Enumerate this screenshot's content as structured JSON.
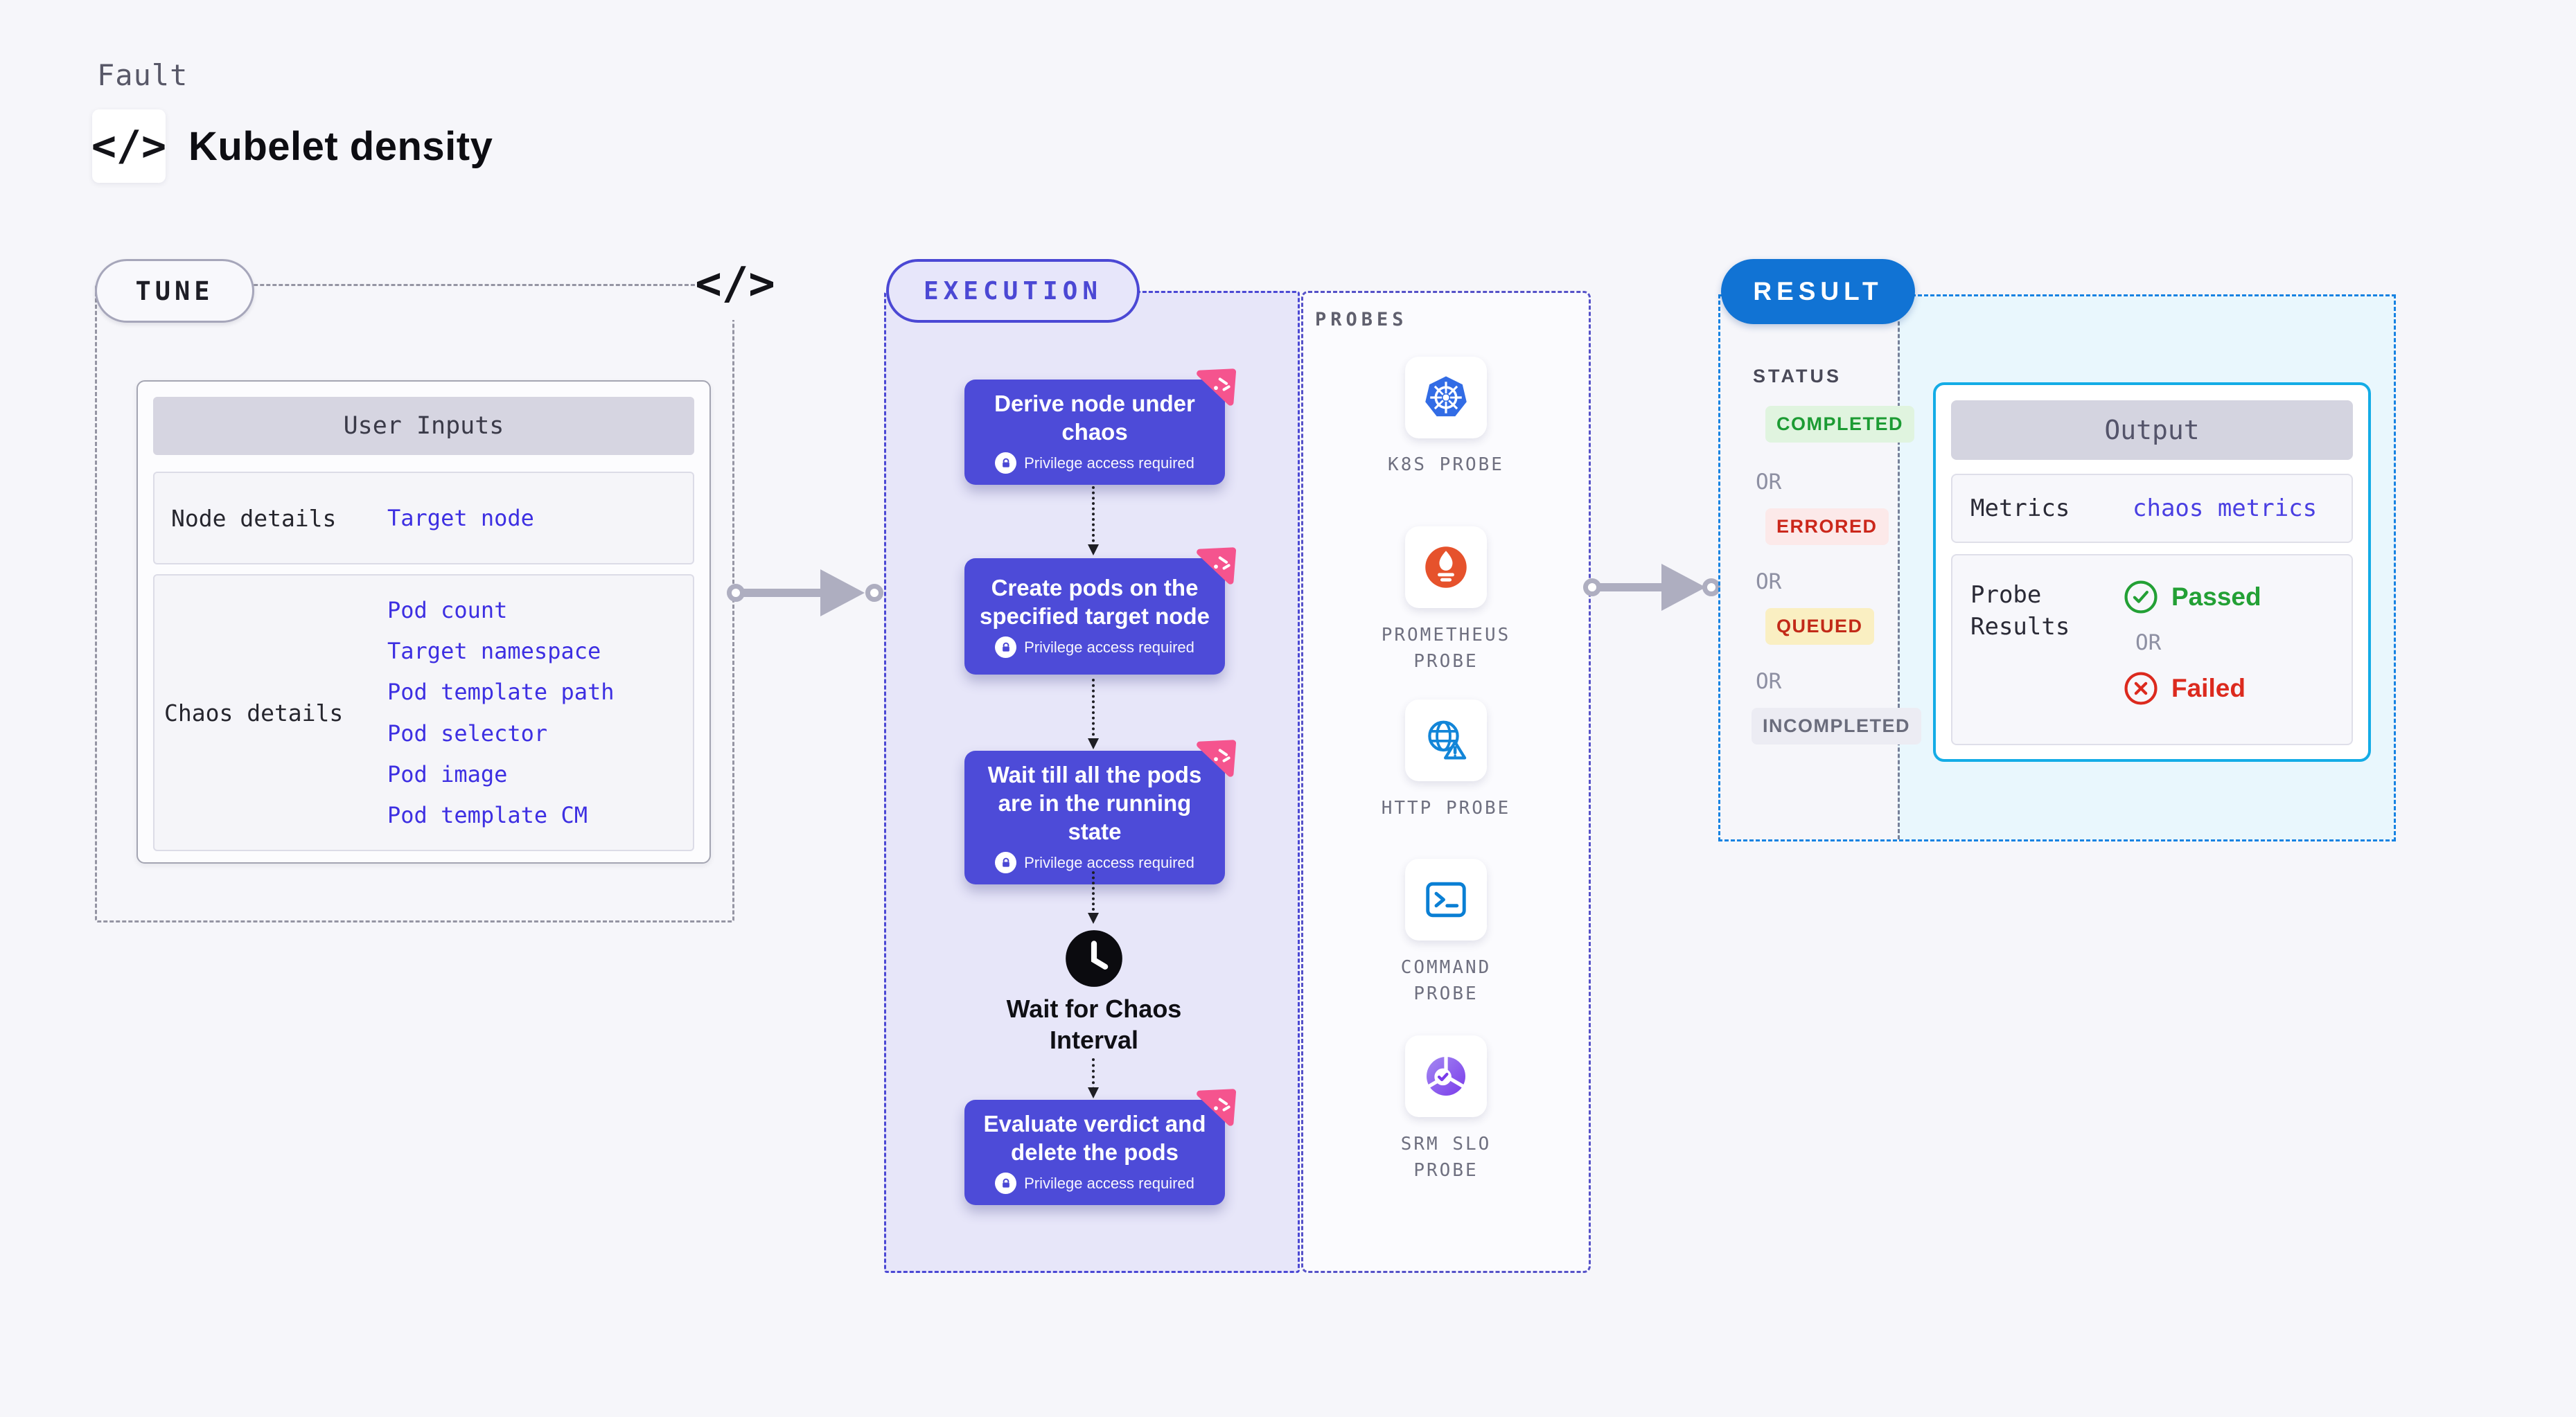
{
  "page": {
    "kicker": "Fault",
    "title": "Kubelet density",
    "code_glyph": "</>"
  },
  "tune": {
    "pill": "TUNE",
    "corner_code_glyph": "</>",
    "table": {
      "header": "User Inputs",
      "rows": [
        {
          "label": "Node details",
          "values": [
            "Target node"
          ]
        },
        {
          "label": "Chaos details",
          "values": [
            "Pod count",
            "Target namespace",
            "Pod template path",
            "Pod selector",
            "Pod image",
            "Pod template CM"
          ]
        }
      ]
    }
  },
  "execution": {
    "pill": "EXECUTION",
    "steps": [
      {
        "title": "Derive node under chaos",
        "badge": "Privilege access required"
      },
      {
        "title": "Create pods on the specified target node",
        "badge": "Privilege access required"
      },
      {
        "title": "Wait till all the pods are in the running state",
        "badge": "Privilege access required"
      },
      {
        "title": "Evaluate verdict and delete the pods",
        "badge": "Privilege access required"
      }
    ],
    "wait_label": "Wait for Chaos Interval"
  },
  "probes": {
    "label": "PROBES",
    "items": [
      {
        "name": "K8S PROBE",
        "icon": "kubernetes-icon"
      },
      {
        "name": "PROMETHEUS PROBE",
        "icon": "prometheus-icon"
      },
      {
        "name": "HTTP PROBE",
        "icon": "globe-alert-icon"
      },
      {
        "name": "COMMAND PROBE",
        "icon": "terminal-icon"
      },
      {
        "name": "SRM SLO PROBE",
        "icon": "slo-donut-icon"
      }
    ]
  },
  "result": {
    "pill": "RESULT",
    "status": {
      "label": "STATUS",
      "separator": "OR",
      "options": [
        "COMPLETED",
        "ERRORED",
        "QUEUED",
        "INCOMPLETED"
      ]
    },
    "output": {
      "header": "Output",
      "metrics_label": "Metrics",
      "metrics_value": "chaos metrics",
      "probe_results_label": "Probe Results",
      "passed": "Passed",
      "or": "OR",
      "failed": "Failed"
    }
  },
  "colors": {
    "accent_indigo": "#4B48D4",
    "accent_blue": "#1173D4",
    "cyan_border": "#14ACE6",
    "link_blue": "#3D2FE2",
    "passed_green": "#23A035",
    "failed_red": "#DC2A1E",
    "queued_red": "#C22A18",
    "pink_flag": "#F5548E"
  }
}
